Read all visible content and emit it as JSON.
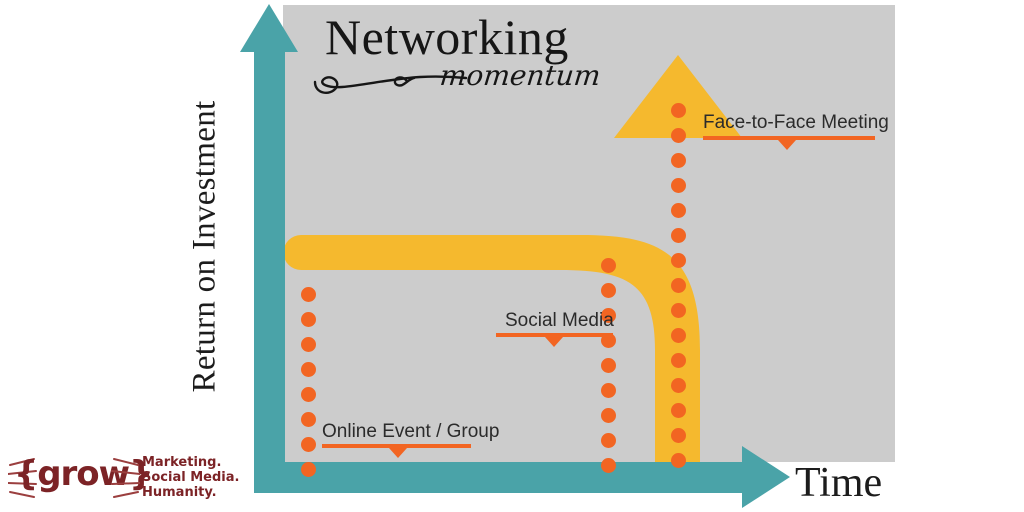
{
  "title": {
    "main": "Networking",
    "sub": "momentum"
  },
  "axes": {
    "y_label": "Return on Investment",
    "x_label": "Time"
  },
  "colors": {
    "teal_axis": "#4aa3a8",
    "plot_background": "#cccccc",
    "curve_yellow": "#f5b92e",
    "dot_orange": "#f26522",
    "rule_orange": "#f26522",
    "text_dark": "#1c1c1c",
    "logo_maroon": "#7c2326",
    "page_background": "#ffffff"
  },
  "callouts": [
    {
      "id": "online-event-group",
      "label": "Online Event / Group"
    },
    {
      "id": "social-media",
      "label": "Social Media"
    },
    {
      "id": "face-to-face-meeting",
      "label": "Face-to-Face Meeting"
    }
  ],
  "logo": {
    "mark": "{grow}",
    "tagline_line1": "Marketing.",
    "tagline_line2": "Social Media.",
    "tagline_line3": "Humanity."
  },
  "chart_data": {
    "type": "line",
    "title": "Networking momentum",
    "xlabel": "Time",
    "ylabel": "Return on Investment",
    "grid": false,
    "legend_position": "inline-annotations",
    "axis_style": "arrow",
    "xlim": [
      0,
      100
    ],
    "ylim": [
      0,
      100
    ],
    "series": [
      {
        "name": "Networking momentum",
        "style": "thick-curved-arrow",
        "color": "#f5b92e",
        "x": [
          0,
          20,
          40,
          55,
          62,
          66,
          68,
          68
        ],
        "y": [
          38,
          38,
          38,
          40,
          52,
          70,
          85,
          100
        ],
        "description": "Flat low return over time, then a sharp exponential upturn ending in an upward arrowhead"
      }
    ],
    "annotations": [
      {
        "label": "Online Event / Group",
        "marker": "dotted-vertical-line",
        "x": 4,
        "y_top": 36,
        "y_bottom": 0,
        "color": "#f26522",
        "roi_level": "low"
      },
      {
        "label": "Social Media",
        "marker": "dotted-vertical-line",
        "x": 54,
        "y_top": 43,
        "y_bottom": 0,
        "color": "#f26522",
        "roi_level": "medium"
      },
      {
        "label": "Face-to-Face Meeting",
        "marker": "dotted-vertical-line",
        "x": 65,
        "y_top": 90,
        "y_bottom": 0,
        "color": "#f26522",
        "roi_level": "high"
      }
    ]
  }
}
